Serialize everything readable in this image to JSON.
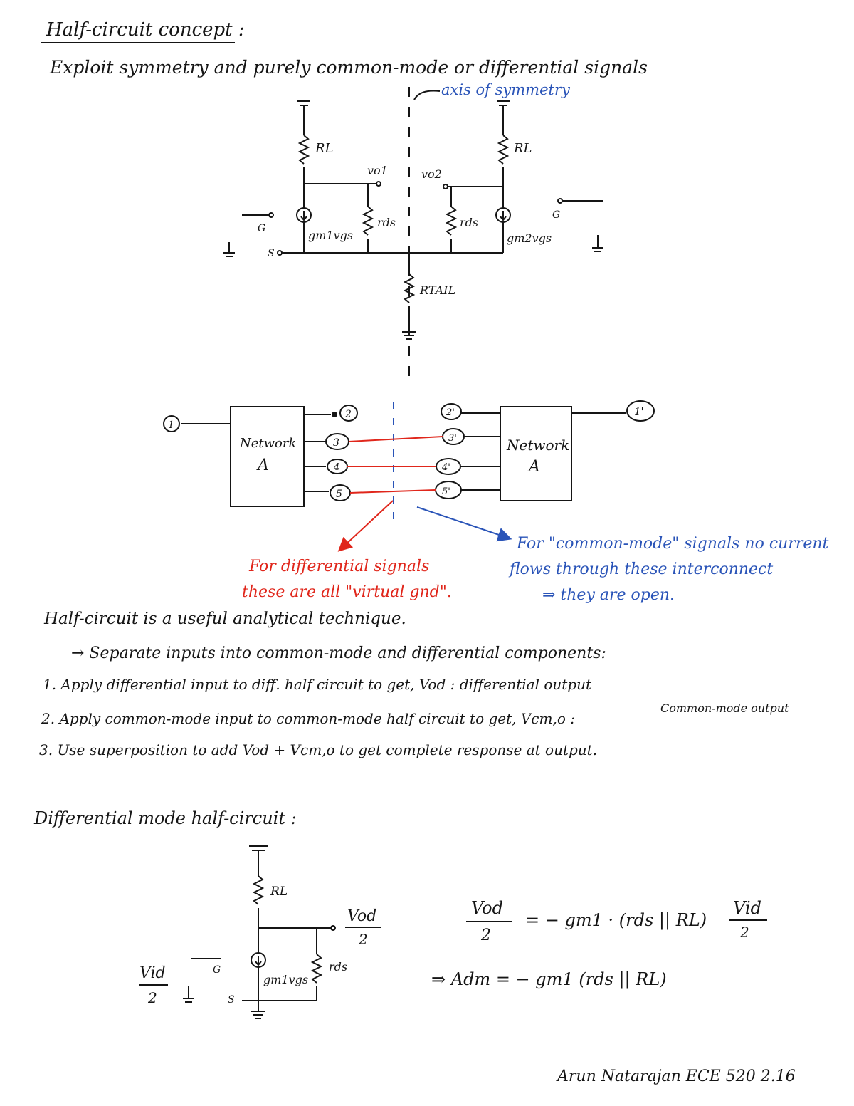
{
  "colors": {
    "ink": "#151515",
    "red": "#e0261b",
    "blue": "#2a54b8"
  },
  "heading": {
    "title": "Half-circuit concept :",
    "subtitle": "Exploit symmetry and purely common-mode or differential signals"
  },
  "full_circuit": {
    "axis_label": "axis of symmetry",
    "rl_left": "RL",
    "rl_right": "RL",
    "vo1": "vo1",
    "vo2": "vo2",
    "rds_left": "rds",
    "rds_right": "rds",
    "gm1": "gm1vgs",
    "gm2": "gm2vgs",
    "g_left": "G",
    "g_right": "G",
    "s": "S",
    "rtail": "RTAIL"
  },
  "network_diagram": {
    "left_box": [
      "Network",
      "A"
    ],
    "right_box": [
      "Network",
      "A"
    ],
    "left_nodes": [
      "1",
      "2",
      "3",
      "4",
      "5"
    ],
    "right_nodes": [
      "1'",
      "2'",
      "3'",
      "4'",
      "5'"
    ]
  },
  "annotations": {
    "differential": [
      "For differential signals",
      "these are all \"virtual gnd\"."
    ],
    "common_mode": [
      "For \"common-mode\" signals no current",
      "flows through these interconnect",
      "⇒ they are open."
    ]
  },
  "steps": {
    "intro": "Half-circuit is a useful analytical technique.",
    "separate": "→ Separate inputs into common-mode and differential components:",
    "step1": "1. Apply differential input to diff. half circuit to get, Vod : differential output",
    "step2": "2. Apply common-mode input to common-mode half circuit to get, Vcm,o :",
    "step2_note": "Common-mode output",
    "step3": "3. Use superposition to add Vod + Vcm,o to get complete response at output."
  },
  "half_circuit": {
    "heading": "Differential mode half-circuit :",
    "rl": "RL",
    "gm": "gm1vgs",
    "rds": "rds",
    "g": "G",
    "s": "S",
    "vid": "Vid",
    "vid_den": "2",
    "vod": "Vod",
    "vod_den": "2"
  },
  "equations": {
    "lhs_num": "Vod",
    "lhs_den": "2",
    "eq1_rhs": "= − gm1 · (rds || RL)",
    "eq1_frac_num": "Vid",
    "eq1_frac_den": "2",
    "eq2": "⇒ Adm = − gm1 (rds || RL)"
  },
  "footer": "Arun Natarajan ECE 520 2.16"
}
